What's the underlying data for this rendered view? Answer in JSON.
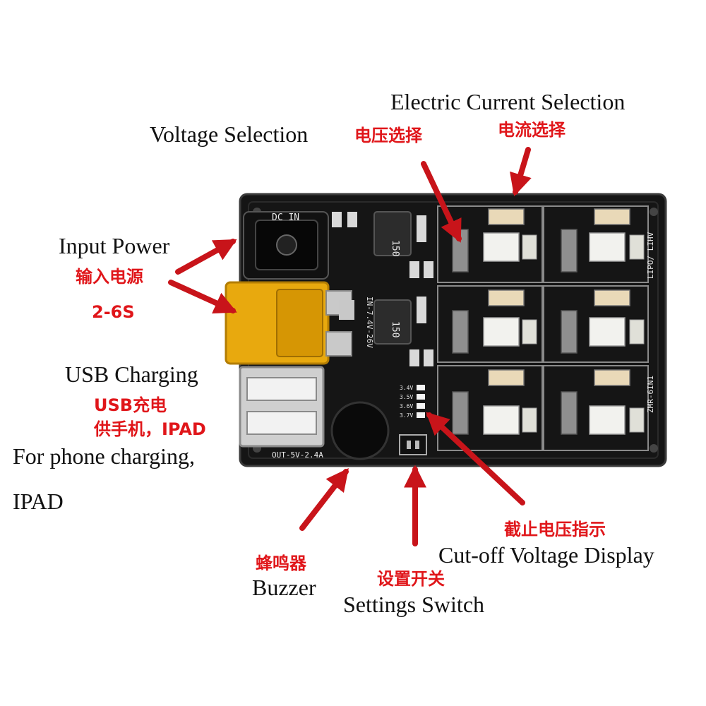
{
  "labels": {
    "electric_current_en": "Electric Current Selection",
    "electric_current_cn": "电流选择",
    "voltage_selection_en": "Voltage Selection",
    "voltage_selection_cn": "电压选择",
    "input_power_en": "Input Power",
    "input_power_cn": "输入电源",
    "input_power_range": "2-6S",
    "usb_charging_en": "USB Charging",
    "usb_charging_cn": "USB充电",
    "usb_phone_cn": "供手机，IPAD",
    "phone_charging_en_line1": "For phone charging,",
    "phone_charging_en_line2": "IPAD",
    "buzzer_cn": "蜂鸣器",
    "buzzer_en": "Buzzer",
    "settings_cn": "设置开关",
    "settings_en": "Settings Switch",
    "cutoff_cn": "截止电压指示",
    "cutoff_en": "Cut-off Voltage Display"
  },
  "board": {
    "dc_in": "DC IN",
    "inductor_label": "150",
    "input_range": "IN-7.4V-26V",
    "usb_out": "OUT-5V-2.4A",
    "mode_label": "LIPO/ LIHV",
    "model_label": "ZMR-6IN1",
    "cutoff_levels": [
      "3.4V",
      "3.5V",
      "3.6V",
      "3.7V"
    ],
    "colors": {
      "pcb": "#151515",
      "xt60": "#e8a90e",
      "arrow": "#c8141a",
      "silk": "#e9e9e9",
      "connector": "#f2f2ee"
    }
  }
}
